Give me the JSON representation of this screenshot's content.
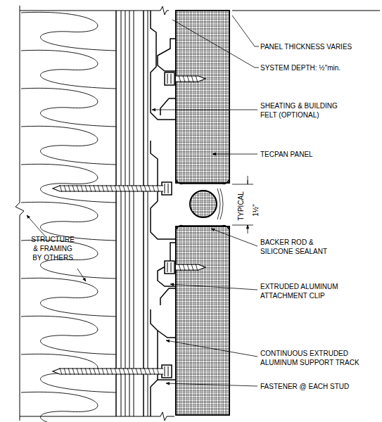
{
  "diagram": {
    "labels": [
      "PANEL THICKNESS VARIES",
      "SYSTEM DEPTH: ½\"min.",
      "SHEATING & BUILDING FELT (OPTIONAL)",
      "TECPAN PANEL",
      "TYPICAL",
      "1½\"",
      "BACKER ROD & SILICONE SEALANT",
      "STRUCTURE & FRAMING BY OTHERS",
      "EXTRUDED ALUMINUM ATTACHMENT CLIP",
      "CONTINUOUS EXTRUDED ALUMINUM SUPPORT TRACK",
      "FASTENER @ EACH STUD"
    ]
  }
}
